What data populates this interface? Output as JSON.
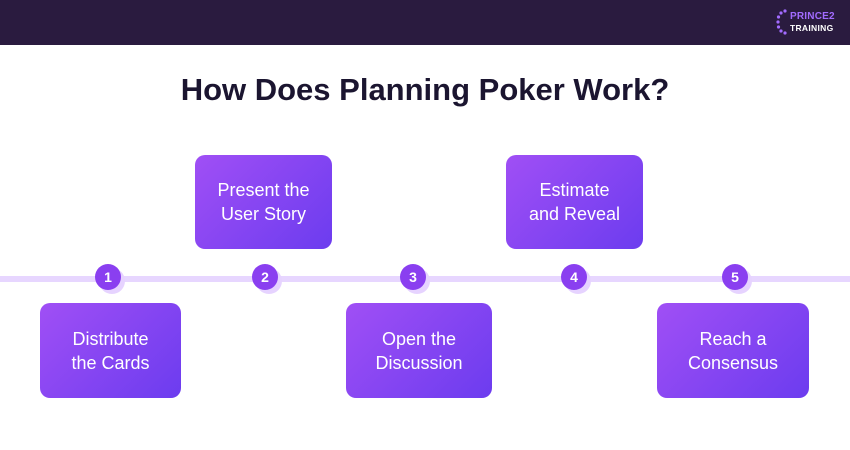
{
  "header": {
    "logo_line1": "PRINCE2",
    "logo_line2": "TRAINING"
  },
  "title": "How Does Planning Poker Work?",
  "steps": [
    {
      "number": "1",
      "line1": "Distribute",
      "line2": "the Cards"
    },
    {
      "number": "2",
      "line1": "Present the",
      "line2": "User Story"
    },
    {
      "number": "3",
      "line1": "Open the",
      "line2": "Discussion"
    },
    {
      "number": "4",
      "line1": "Estimate",
      "line2": "and Reveal"
    },
    {
      "number": "5",
      "line1": "Reach a",
      "line2": "Consensus"
    }
  ],
  "colors": {
    "header_bg": "#2a1b3f",
    "accent": "#8a3ff0",
    "timeline": "#e7d6ff",
    "title": "#1b1530"
  }
}
